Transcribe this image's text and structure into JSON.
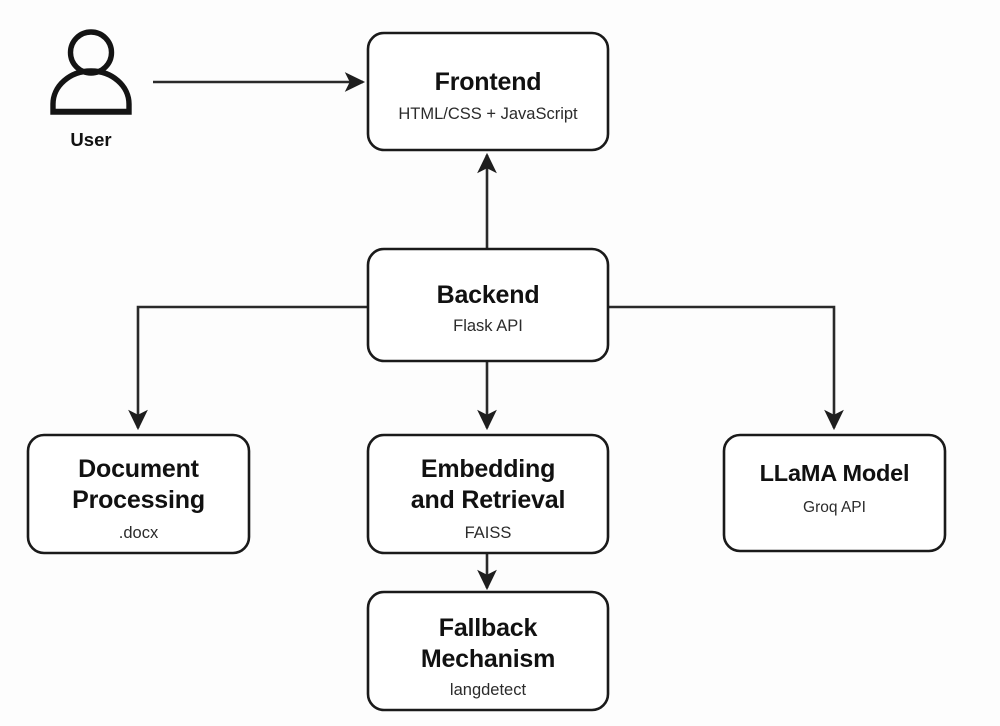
{
  "diagram": {
    "type": "architecture-flowchart",
    "background_color": "#fdfdfd",
    "line_color": "#2a2a2a",
    "box_fill": "#ffffff",
    "box_stroke": "#1a1a1a",
    "actor": {
      "icon": "user-person-icon",
      "label": "User"
    },
    "nodes": [
      {
        "id": "frontend",
        "title": "Frontend",
        "subtitle": "HTML/CSS + JavaScript"
      },
      {
        "id": "backend",
        "title": "Backend",
        "subtitle": "Flask API"
      },
      {
        "id": "document-processing",
        "title_line1": "Document",
        "title_line2": "Processing",
        "subtitle": ".docx"
      },
      {
        "id": "embedding-retrieval",
        "title_line1": "Embedding",
        "title_line2": "and Retrieval",
        "subtitle": "FAISS"
      },
      {
        "id": "llama-model",
        "title": "LLaMA Model",
        "subtitle": "Groq API"
      },
      {
        "id": "fallback-mechanism",
        "title_line1": "Fallback",
        "title_line2": "Mechanism",
        "subtitle": "langdetect"
      }
    ],
    "edges": [
      {
        "id": "user-to-frontend",
        "from": "User",
        "to": "Frontend",
        "style": "straight-right-arrow"
      },
      {
        "id": "backend-to-frontend",
        "from": "Backend",
        "to": "Frontend",
        "style": "straight-up-arrow"
      },
      {
        "id": "backend-to-document-processing",
        "from": "Backend",
        "to": "Document Processing",
        "style": "elbow-left-down-arrow"
      },
      {
        "id": "backend-to-embedding-retrieval",
        "from": "Backend",
        "to": "Embedding and Retrieval",
        "style": "straight-down-arrow"
      },
      {
        "id": "backend-to-llama-model",
        "from": "Backend",
        "to": "LLaMA Model",
        "style": "elbow-right-down-arrow"
      },
      {
        "id": "embedding-to-fallback",
        "from": "Embedding and Retrieval",
        "to": "Fallback Mechanism",
        "style": "straight-down-arrow"
      }
    ]
  }
}
